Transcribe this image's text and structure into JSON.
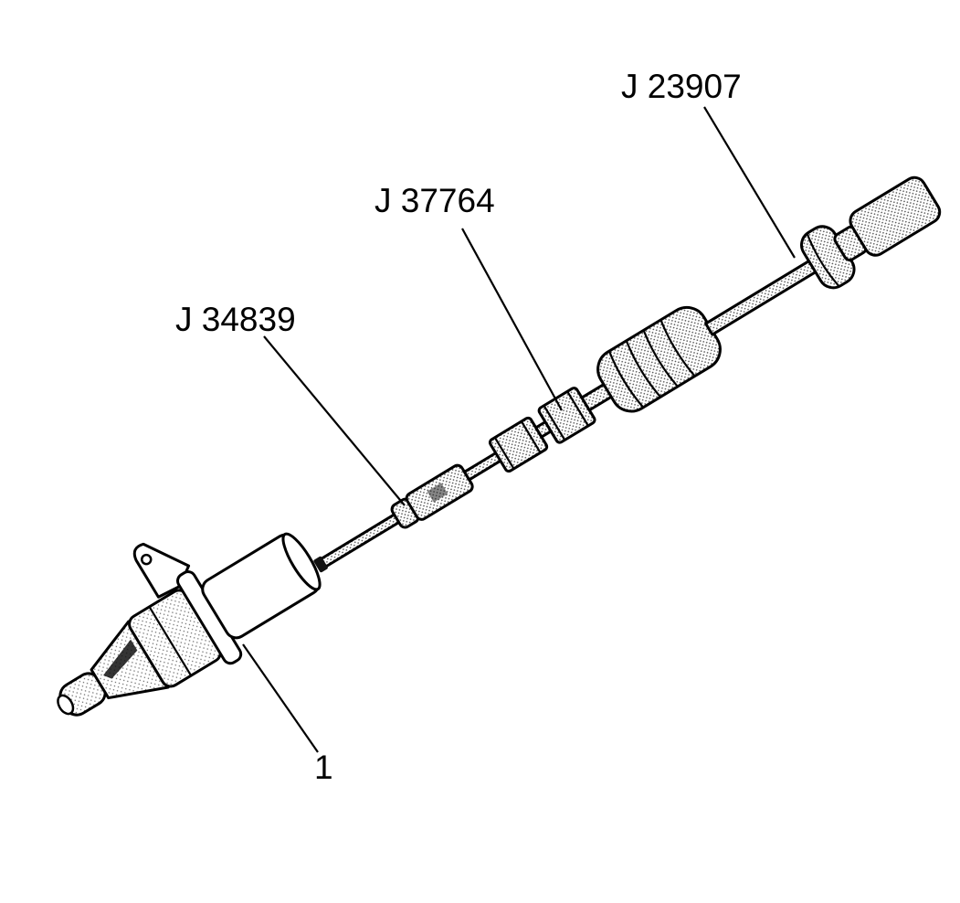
{
  "labels": {
    "tool_a": "J 23907",
    "tool_b": "J 37764",
    "tool_c": "J 34839",
    "part_1": "1"
  },
  "colors": {
    "line": "#000000",
    "stipple_dot": "#555555",
    "background": "#ffffff"
  },
  "icons": {
    "slide_hammer": "slide-hammer-icon",
    "adapter": "adapter-icon",
    "remover": "remover-icon",
    "injector": "injector-body-icon"
  }
}
